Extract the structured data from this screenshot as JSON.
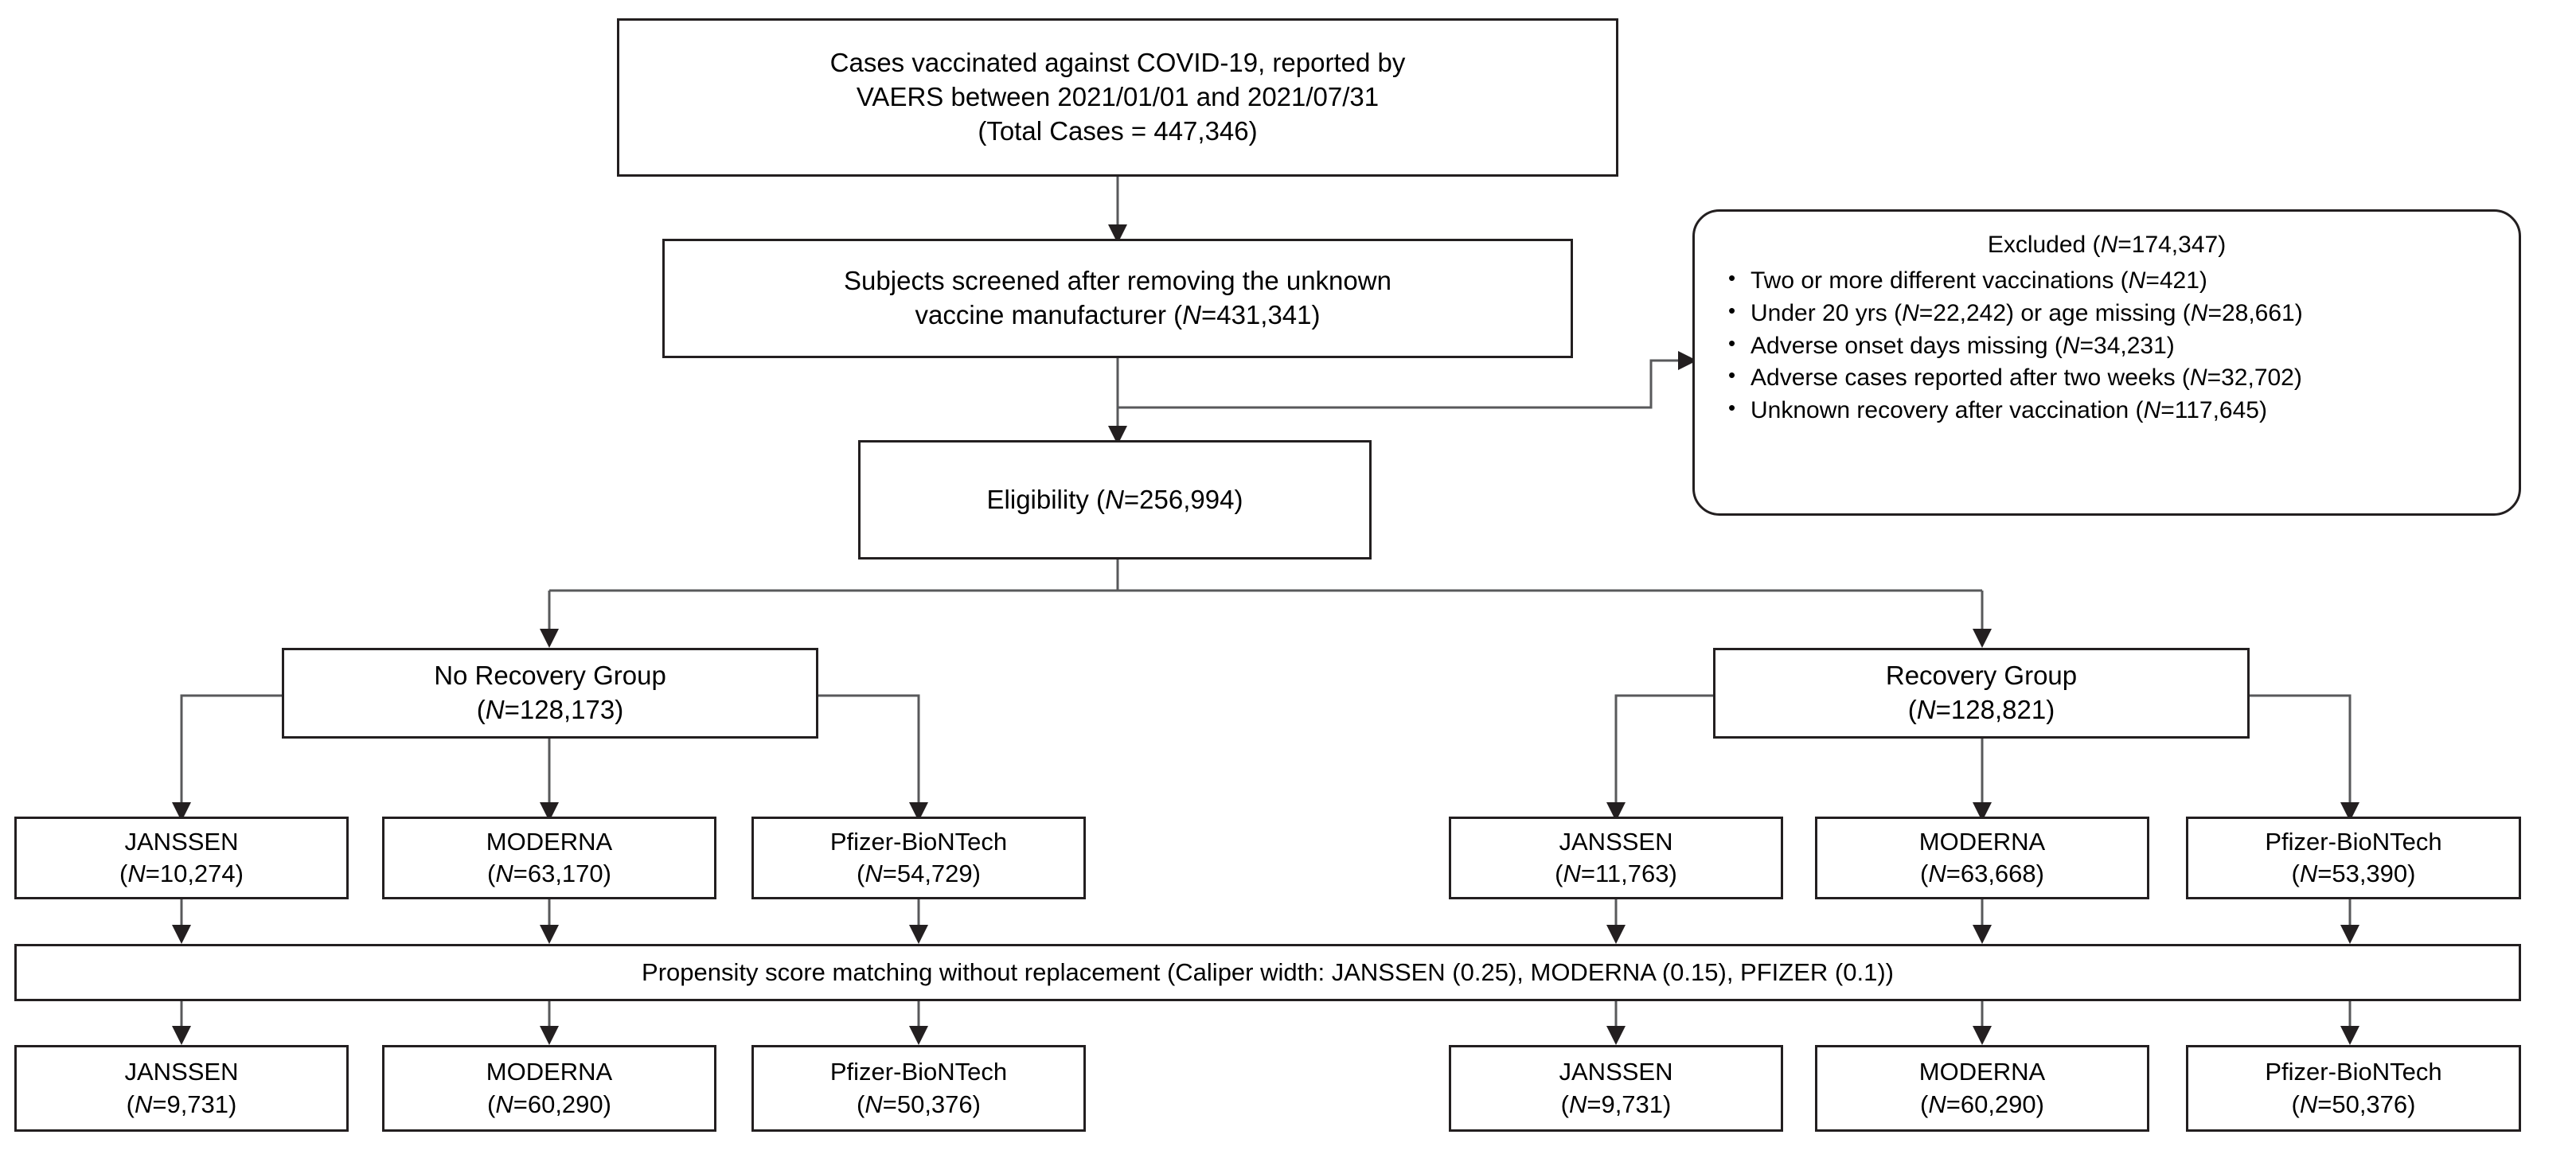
{
  "figure": {
    "type": "flowchart",
    "title": "VAERS COVID-19 vaccination study participant flow diagram"
  },
  "nodes": {
    "source": {
      "line1": "Cases vaccinated against COVID-19, reported by",
      "line2": "VAERS between 2021/01/01 and 2021/07/31",
      "line3": "(Total Cases = 447,346)"
    },
    "screened": {
      "line1": "Subjects screened after removing the unknown",
      "line2_prefix": "vaccine manufacturer (",
      "line2_italic": "N",
      "line2_suffix": "=431,341)"
    },
    "eligibility": {
      "prefix": "Eligibility (",
      "italic": "N",
      "suffix": "=256,994)"
    },
    "excluded": {
      "title_prefix": "Excluded (",
      "title_italic": "N",
      "title_suffix": "=174,347)",
      "items": [
        {
          "pre": "Two or more different vaccinations (",
          "ital": "N",
          "post": "=421)"
        },
        {
          "pre": "Under 20 yrs (",
          "ital": "N",
          "post": "=22,242) or age missing (",
          "ital2": "N",
          "post2": "=28,661)"
        },
        {
          "pre": "Adverse onset days missing (",
          "ital": "N",
          "post": "=34,231)"
        },
        {
          "pre": "Adverse cases reported after two weeks (",
          "ital": "N",
          "post": "=32,702)"
        },
        {
          "pre": "Unknown recovery after vaccination (",
          "ital": "N",
          "post": "=117,645)"
        }
      ]
    },
    "no_recovery_group": {
      "label": "No Recovery Group",
      "count_prefix": "(",
      "count_italic": "N",
      "count_suffix": "=128,173)"
    },
    "recovery_group": {
      "label": "Recovery Group",
      "count_prefix": "(",
      "count_italic": "N",
      "count_suffix": "=128,821)"
    },
    "propensity": {
      "text": "Propensity score matching without replacement (Caliper width: JANSSEN (0.25), MODERNA (0.15), PFIZER (0.1))"
    }
  },
  "pre_match": {
    "no_recovery": [
      {
        "vaccine": "JANSSEN",
        "count_prefix": "(",
        "count_italic": "N",
        "count_suffix": "=10,274)"
      },
      {
        "vaccine": "MODERNA",
        "count_prefix": "(",
        "count_italic": "N",
        "count_suffix": "=63,170)"
      },
      {
        "vaccine": "Pfizer-BioNTech",
        "count_prefix": "(",
        "count_italic": "N",
        "count_suffix": "=54,729)"
      }
    ],
    "recovery": [
      {
        "vaccine": "JANSSEN",
        "count_prefix": "(",
        "count_italic": "N",
        "count_suffix": "=11,763)"
      },
      {
        "vaccine": "MODERNA",
        "count_prefix": "(",
        "count_italic": "N",
        "count_suffix": "=63,668)"
      },
      {
        "vaccine": "Pfizer-BioNTech",
        "count_prefix": "(",
        "count_italic": "N",
        "count_suffix": "=53,390)"
      }
    ]
  },
  "post_match": {
    "no_recovery": [
      {
        "vaccine": "JANSSEN",
        "count_prefix": "(",
        "count_italic": "N",
        "count_suffix": "=9,731)"
      },
      {
        "vaccine": "MODERNA",
        "count_prefix": "(",
        "count_italic": "N",
        "count_suffix": "=60,290)"
      },
      {
        "vaccine": "Pfizer-BioNTech",
        "count_prefix": "(",
        "count_italic": "N",
        "count_suffix": "=50,376)"
      }
    ],
    "recovery": [
      {
        "vaccine": "JANSSEN",
        "count_prefix": "(",
        "count_italic": "N",
        "count_suffix": "=9,731)"
      },
      {
        "vaccine": "MODERNA",
        "count_prefix": "(",
        "count_italic": "N",
        "count_suffix": "=60,290)"
      },
      {
        "vaccine": "Pfizer-BioNTech",
        "count_prefix": "(",
        "count_italic": "N",
        "count_suffix": "=50,376)"
      }
    ]
  },
  "colors": {
    "stroke": "#231f20",
    "connector": "#58595b",
    "background": "#ffffff",
    "text": "#000000"
  }
}
